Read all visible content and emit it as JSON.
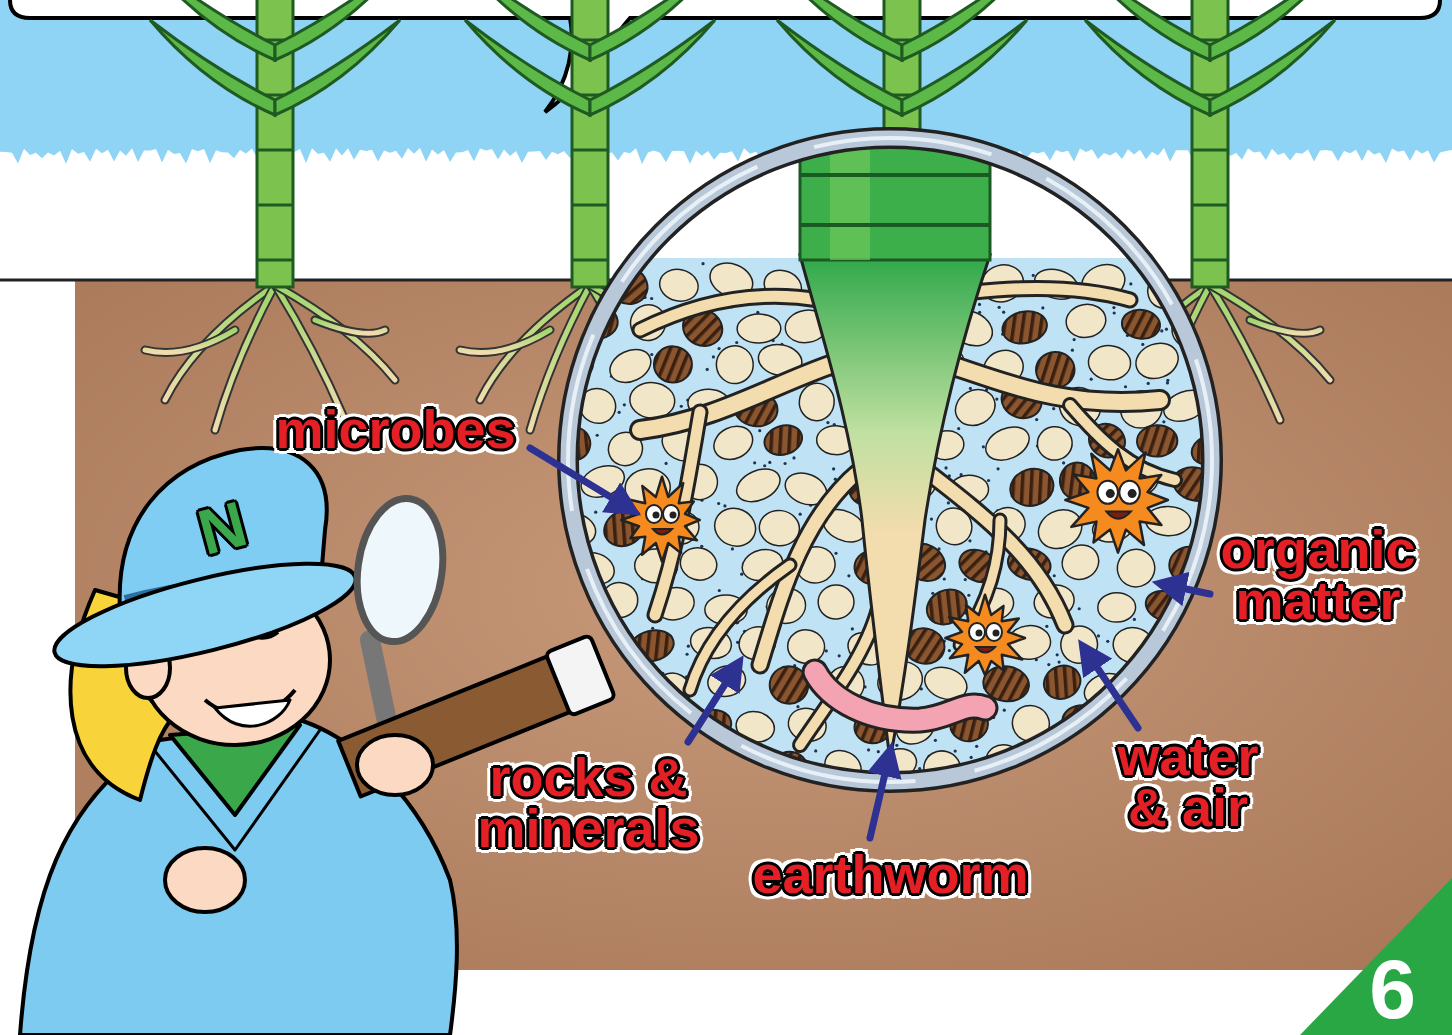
{
  "diagram": {
    "labels": [
      "microbes",
      "organic matter",
      "rocks & minerals",
      "water & air",
      "earthworm",
      "N",
      "6"
    ]
  }
}
